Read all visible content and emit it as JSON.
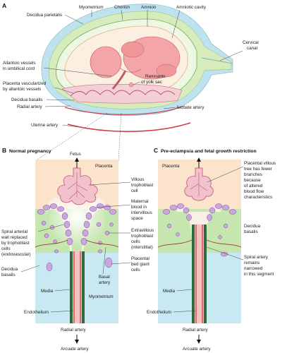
{
  "panels": {
    "a": {
      "letter": "A"
    },
    "b": {
      "letter": "B",
      "title": "Normal pregnancy"
    },
    "c": {
      "letter": "C",
      "title": "Pre-eclampsia and fetal growth restriction"
    }
  },
  "labels_a": {
    "myometrium": "Myometrium",
    "chorion": "Chorion",
    "amnion": "Amnion",
    "amniotic_cavity": "Amniotic cavity",
    "decidua_parietalis": "Decidua parietalis",
    "cervical_canal_1": "Cervical",
    "cervical_canal_2": "canal",
    "allantoic_1": "Allantoic vessels",
    "allantoic_2": "in umbilical cord",
    "placenta_vasc_1": "Placenta vascularized",
    "placenta_vasc_2": "by allantoic vessels",
    "remnants_1": "Remnants",
    "remnants_2": "of yolk sac",
    "decidua_basalis": "Decidua basalis",
    "radial_artery": "Radial artery",
    "arcuate_artery": "Arcuate artery",
    "uterine_artery": "Uterine artery"
  },
  "labels_b": {
    "fetus": "Fetus",
    "placenta": "Placenta",
    "villous_1": "Villous",
    "villous_2": "trophoblast",
    "villous_3": "cell",
    "maternal_1": "Maternal",
    "maternal_2": "blood in",
    "maternal_3": "intervillous",
    "maternal_4": "space",
    "spiral_1": "Spiral arterial",
    "spiral_2": "wall replaced",
    "spiral_3": "by trophoblast",
    "spiral_4": "cells",
    "spiral_5": "(endovascular)",
    "extravillous_1": "Extravillous",
    "extravillous_2": "trophoblast",
    "extravillous_3": "cells",
    "extravillous_4": "(interstitial)",
    "decidua_1": "Decidua",
    "decidua_2": "basalis",
    "placental_bed_1": "Placental",
    "placental_bed_2": "bed giant",
    "placental_bed_3": "cells",
    "basal_1": "Basal",
    "basal_2": "artery",
    "media": "Media",
    "myometrium": "Myometrium",
    "endothelium": "Endothelium",
    "radial_artery": "Radial artery",
    "arcuate_artery": "Arcuate artery"
  },
  "labels_c": {
    "placenta": "Placenta",
    "villous_tree_1": "Placental villous",
    "villous_tree_2": "tree has fewer",
    "villous_tree_3": "branches",
    "villous_tree_4": "because",
    "villous_tree_5": "of altered",
    "villous_tree_6": "blood flow",
    "villous_tree_7": "characteristics",
    "decidua_1": "Decidua",
    "decidua_2": "basalis",
    "spiral_1": "Spiral artery",
    "spiral_2": "remains",
    "spiral_3": "narrowed",
    "spiral_4": "in this segment",
    "media": "Media",
    "endothelium": "Endothelium",
    "radial_artery": "Radial artery",
    "arcuate_artery": "Arcuate artery"
  },
  "colors": {
    "placenta_bg": "#fce3cc",
    "decidua": "#c6e6b0",
    "myometrium": "#c9e9f2",
    "villi_fill": "#f2c2cc",
    "villi_stroke": "#c0566e",
    "trophoblast": "#c9a7dc",
    "artery_wall": "#2f6b3c",
    "artery_lumen": "#c8414b",
    "uterus_outer": "#bfe2ef",
    "fetus": "#f3a5a7"
  }
}
